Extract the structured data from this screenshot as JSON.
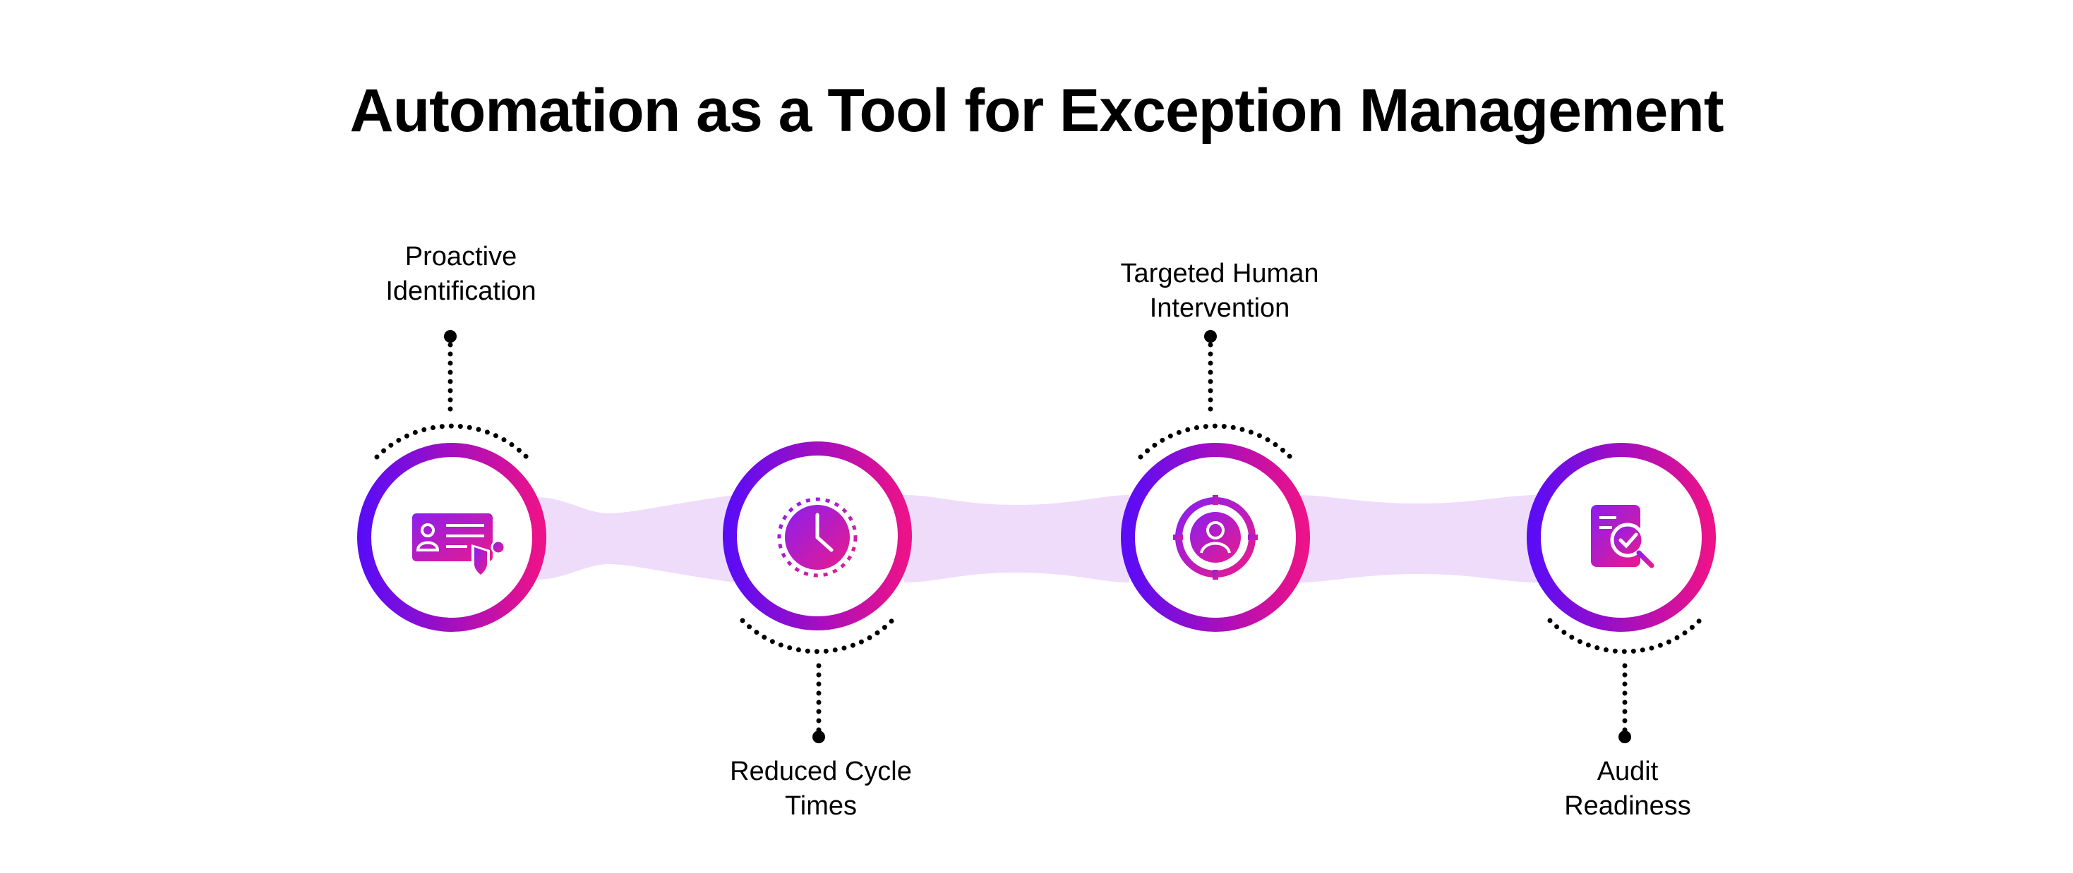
{
  "title": "Automation as a Tool for Exception Management",
  "steps": [
    {
      "label_lines": [
        "Proactive",
        "Identification"
      ],
      "label_position": "top",
      "icon": "id-card-shield-icon"
    },
    {
      "label_lines": [
        "Reduced Cycle",
        "Times"
      ],
      "label_position": "bottom",
      "icon": "clock-icon"
    },
    {
      "label_lines": [
        "Targeted Human",
        "Intervention"
      ],
      "label_position": "top",
      "icon": "user-target-icon"
    },
    {
      "label_lines": [
        "Audit",
        "Readiness"
      ],
      "label_position": "bottom",
      "icon": "document-check-icon"
    }
  ],
  "colors": {
    "gradient_start": "#5b0cf5",
    "gradient_end": "#ec1289",
    "connector_band": "#efdcfa",
    "dots": "#000000"
  }
}
